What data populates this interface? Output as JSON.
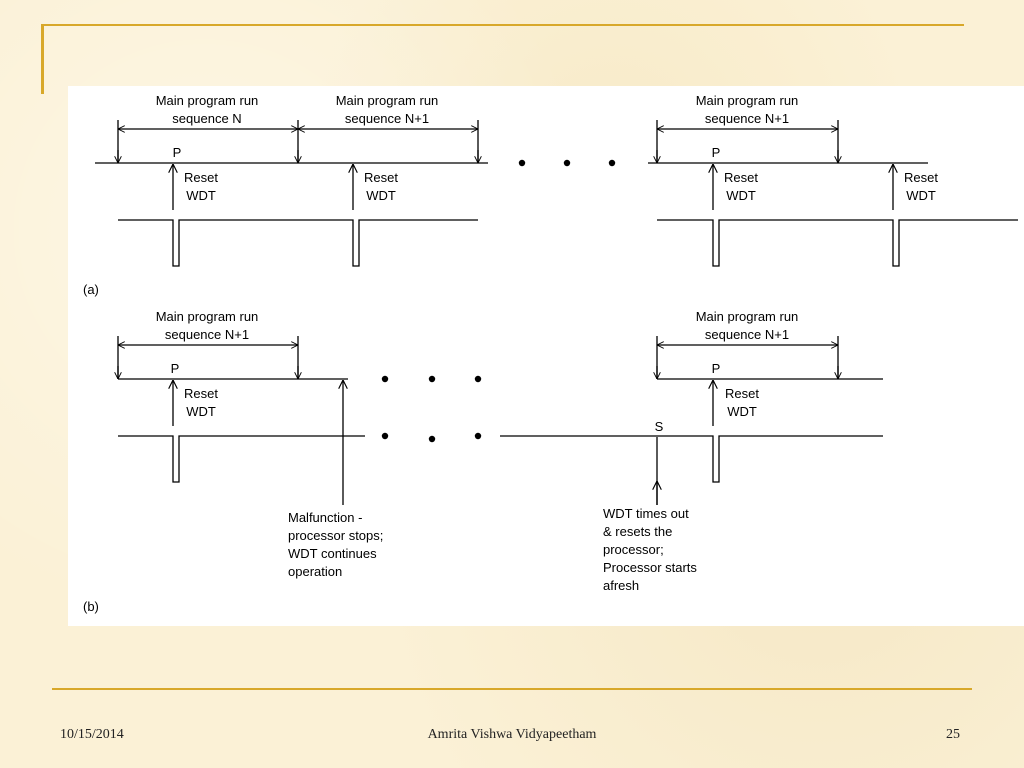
{
  "diagram": {
    "panel_a": {
      "label": "(a)",
      "run_labels": [
        [
          "Main program run",
          "sequence N"
        ],
        [
          "Main program run",
          "sequence N+1"
        ],
        [
          "Main program run",
          "sequence N+1"
        ]
      ],
      "p_label": "P",
      "reset_labels": [
        "Reset",
        "WDT"
      ]
    },
    "panel_b": {
      "label": "(b)",
      "run_labels": [
        [
          "Main program run",
          "sequence N+1"
        ],
        [
          "Main program run",
          "sequence N+1"
        ]
      ],
      "p_label": "P",
      "s_label": "S",
      "reset_labels": [
        "Reset",
        "WDT"
      ],
      "malfunction_note": [
        "Malfunction -",
        "processor stops;",
        "WDT continues",
        "operation"
      ],
      "timeout_note": [
        "WDT times out",
        "& resets the",
        "processor;",
        "Processor starts",
        "afresh"
      ]
    }
  },
  "footer": {
    "date": "10/15/2014",
    "organization": "Amrita Vishwa Vidyapeetham",
    "page": "25"
  }
}
